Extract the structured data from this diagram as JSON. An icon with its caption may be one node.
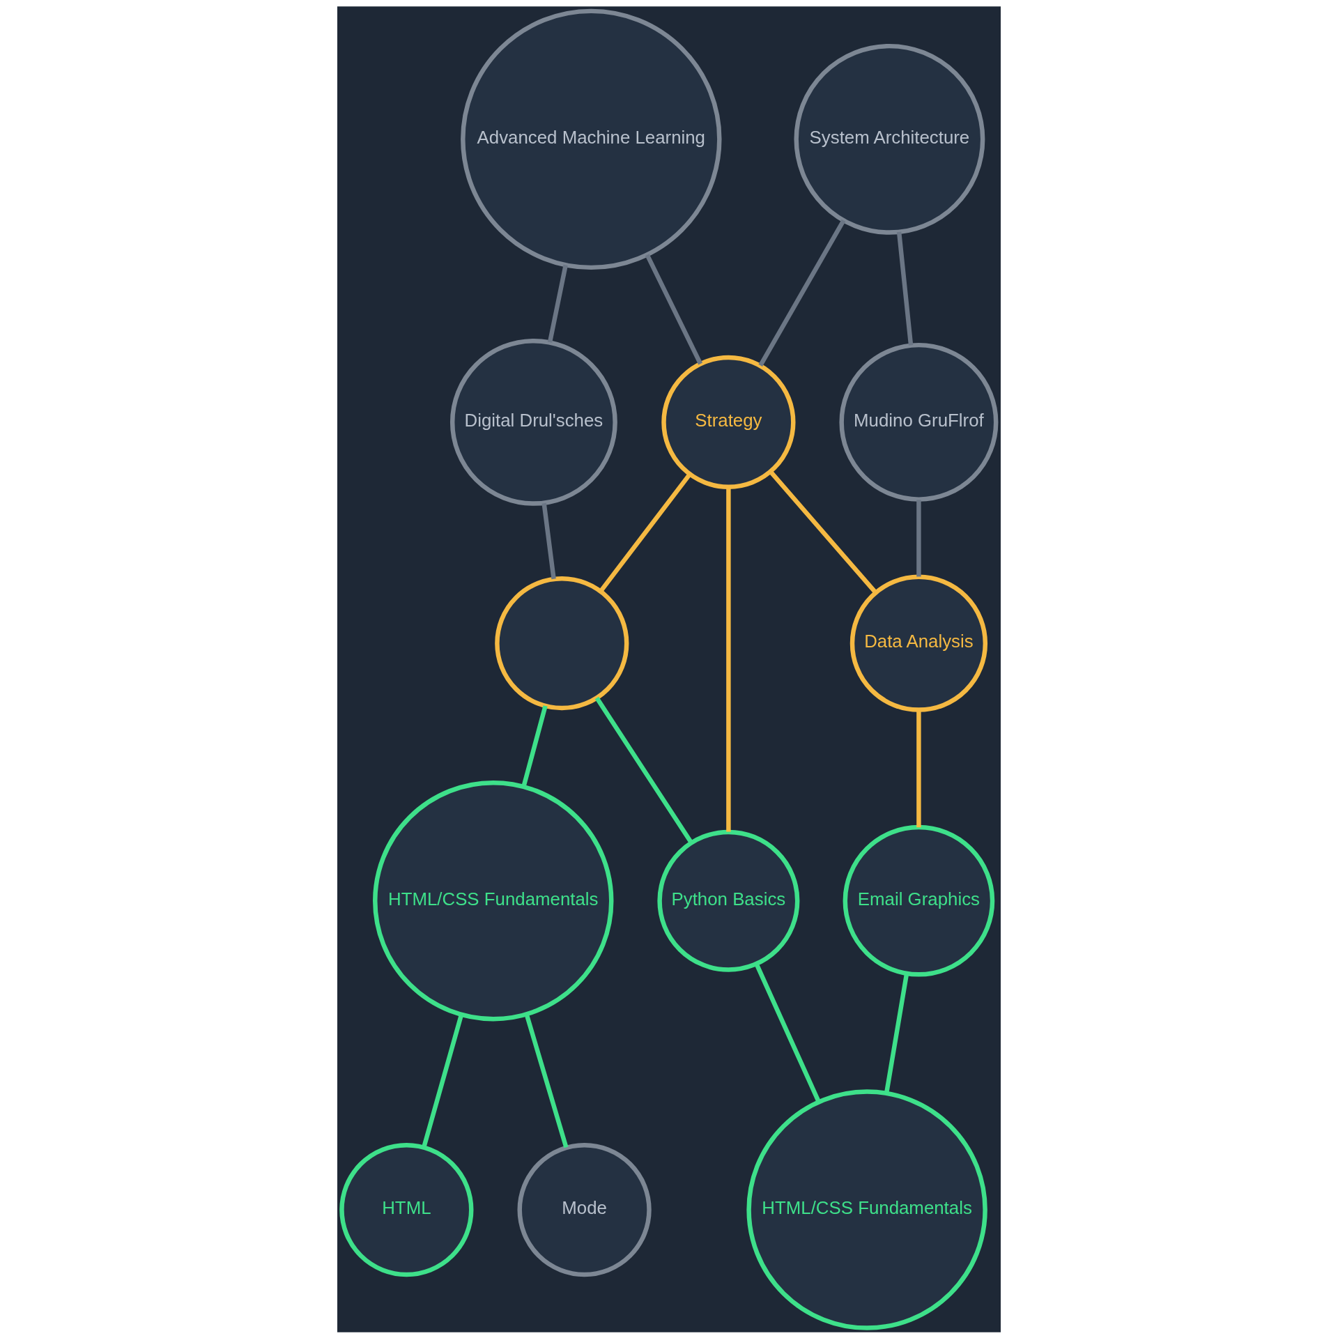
{
  "diagram": {
    "nodes": [
      {
        "text": [
          "Advanced Machine Learning"
        ]
      },
      {
        "text": [
          "System Architecture"
        ]
      },
      {
        "text": [
          "Digital Drul'sches"
        ]
      },
      {
        "text": [
          "Strategy"
        ]
      },
      {
        "text": [
          "Mudino GruFlrof"
        ]
      },
      {
        "text": [],
        "shape": "circle"
      },
      {
        "text": [
          "Data Analysis"
        ]
      },
      {
        "text": [
          "HTML/CSS Fundamentals"
        ]
      },
      {
        "text": [
          "Python Basics"
        ]
      },
      {
        "text": [
          "Email Graphics"
        ]
      },
      {
        "text": [
          "HTML"
        ]
      },
      {
        "text": [
          "Mode"
        ]
      },
      {
        "text": [
          "HTML/CSS Fundamentals"
        ]
      }
    ],
    "edges": [
      {
        "from": 0,
        "to": 2,
        "arrow": "none",
        "color": "#6b7685"
      },
      {
        "from": 0,
        "to": 3,
        "arrow": "none",
        "color": "#6b7685"
      },
      {
        "from": 1,
        "to": 3,
        "arrow": "none",
        "color": "#6b7685"
      },
      {
        "from": 1,
        "to": 4,
        "arrow": "none",
        "color": "#6b7685"
      },
      {
        "from": 2,
        "to": 5,
        "arrow": "none",
        "color": "#6b7685"
      },
      {
        "from": 3,
        "to": 5,
        "arrow": "none",
        "color": "#f5b942"
      },
      {
        "from": 3,
        "to": 8,
        "arrow": "none",
        "color": "#f5b942"
      },
      {
        "from": 3,
        "to": 6,
        "arrow": "none",
        "color": "#f5b942"
      },
      {
        "from": 4,
        "to": 6,
        "arrow": "none",
        "color": "#6b7685"
      },
      {
        "from": 5,
        "to": 7,
        "arrow": "none",
        "color": "#3ee08a"
      },
      {
        "from": 5,
        "to": 8,
        "arrow": "none",
        "color": "#3ee08a"
      },
      {
        "from": 6,
        "to": 9,
        "arrow": "none",
        "color": "#f5b942"
      },
      {
        "from": 7,
        "to": 10,
        "arrow": "none",
        "color": "#3ee08a"
      },
      {
        "from": 7,
        "to": 11,
        "arrow": "none",
        "color": "#3ee08a"
      },
      {
        "from": 8,
        "to": 12,
        "arrow": "none",
        "color": "#3ee08a"
      },
      {
        "from": 9,
        "to": 12,
        "arrow": "none",
        "color": "#3ee08a"
      }
    ]
  }
}
